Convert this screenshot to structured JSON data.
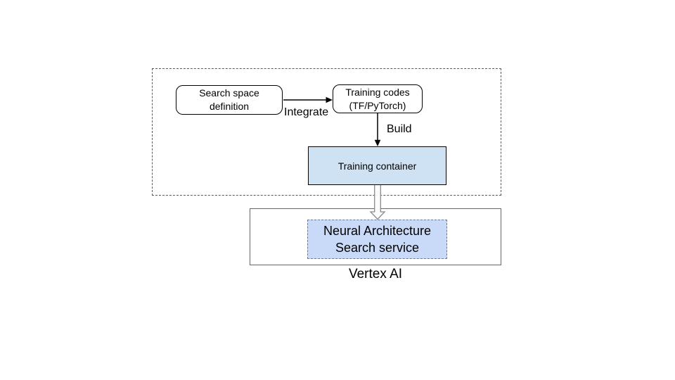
{
  "colors": {
    "canvas_bg": "#ffffff",
    "text_color": "#000000",
    "container_fill": "#cfe2f3",
    "nas_fill": "#c9daf8",
    "nas_border": "#6b7b9c",
    "node_border": "#000000",
    "outer_dash": "#595959",
    "vertex_border": "#666666",
    "arrow_color": "#000000",
    "hollow_stroke": "#8a8a8a",
    "hollow_fill": "#fcfcfc"
  },
  "nodes": {
    "search_space": {
      "label": "Search space\ndefinition"
    },
    "training_codes": {
      "label": "Training codes\n(TF/PyTorch)"
    },
    "training_container": {
      "label": "Training container"
    },
    "nas_service": {
      "label": "Neural Architecture\nSearch service"
    }
  },
  "edges": {
    "integrate": {
      "label": "Integrate"
    },
    "build": {
      "label": "Build"
    }
  },
  "groups": {
    "vertex_ai": {
      "label": "Vertex AI"
    }
  }
}
